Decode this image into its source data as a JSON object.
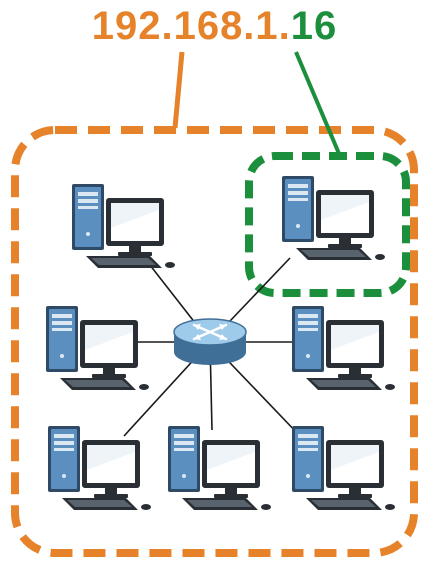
{
  "ip_address": {
    "network_part": "192.168.1.",
    "host_part": "16"
  },
  "colors": {
    "network_highlight": "#E5822A",
    "host_highlight": "#1B8F3C",
    "link_line": "#1a1a1a",
    "monitor_frame": "#2a2f36",
    "monitor_screen": "#ffffff",
    "tower_body": "#5a8fbf",
    "tower_dark": "#2e4a66",
    "switch_body": "#7fb7e0"
  },
  "diagram": {
    "nodes": [
      {
        "id": "computer-top-left",
        "icon": "desktop-computer-icon"
      },
      {
        "id": "computer-top-right-highlighted",
        "icon": "desktop-computer-icon"
      },
      {
        "id": "computer-mid-left",
        "icon": "desktop-computer-icon"
      },
      {
        "id": "computer-mid-right",
        "icon": "desktop-computer-icon"
      },
      {
        "id": "computer-bottom-left",
        "icon": "desktop-computer-icon"
      },
      {
        "id": "computer-bottom-center",
        "icon": "desktop-computer-icon"
      },
      {
        "id": "computer-bottom-right",
        "icon": "desktop-computer-icon"
      },
      {
        "id": "network-switch",
        "icon": "network-switch-icon"
      }
    ]
  }
}
